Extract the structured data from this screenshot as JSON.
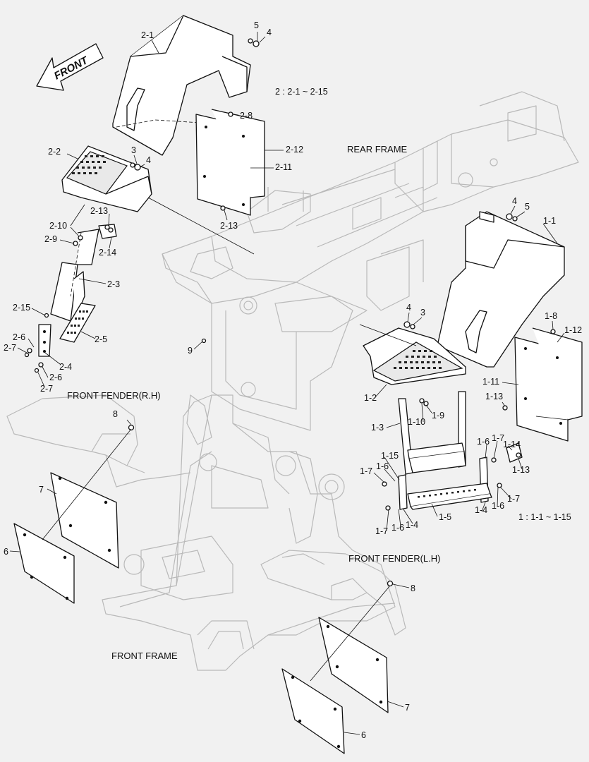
{
  "arrow_label": "FRONT",
  "section_notes": {
    "set2": "2 : 2-1 ~ 2-15",
    "set1": "1 : 1-1 ~ 1-15"
  },
  "captions": {
    "rear_frame": "REAR FRAME",
    "front_fender_rh": "FRONT FENDER(R.H)",
    "front_fender_lh": "FRONT FENDER(L.H)",
    "front_frame": "FRONT FRAME"
  },
  "callouts": [
    "2-1",
    "5",
    "4",
    "2-8",
    "2-12",
    "2-11",
    "2-13",
    "2-2",
    "3",
    "4",
    "2-13",
    "2-10",
    "2-9",
    "2-14",
    "2-3",
    "2-15",
    "2-6",
    "2-7",
    "2-4",
    "2-5",
    "2-6",
    "2-7",
    "4",
    "5",
    "1-1",
    "4",
    "3",
    "1-8",
    "1-12",
    "1-11",
    "1-13",
    "1-2",
    "1-3",
    "1-10",
    "1-9",
    "1-14",
    "1-6",
    "1-7",
    "1-13",
    "1-15",
    "1-7",
    "1-6",
    "1-7",
    "1-6",
    "1-4",
    "1-5",
    "1-4",
    "1-6",
    "1-7",
    "9",
    "8",
    "7",
    "6",
    "8",
    "7",
    "6"
  ]
}
